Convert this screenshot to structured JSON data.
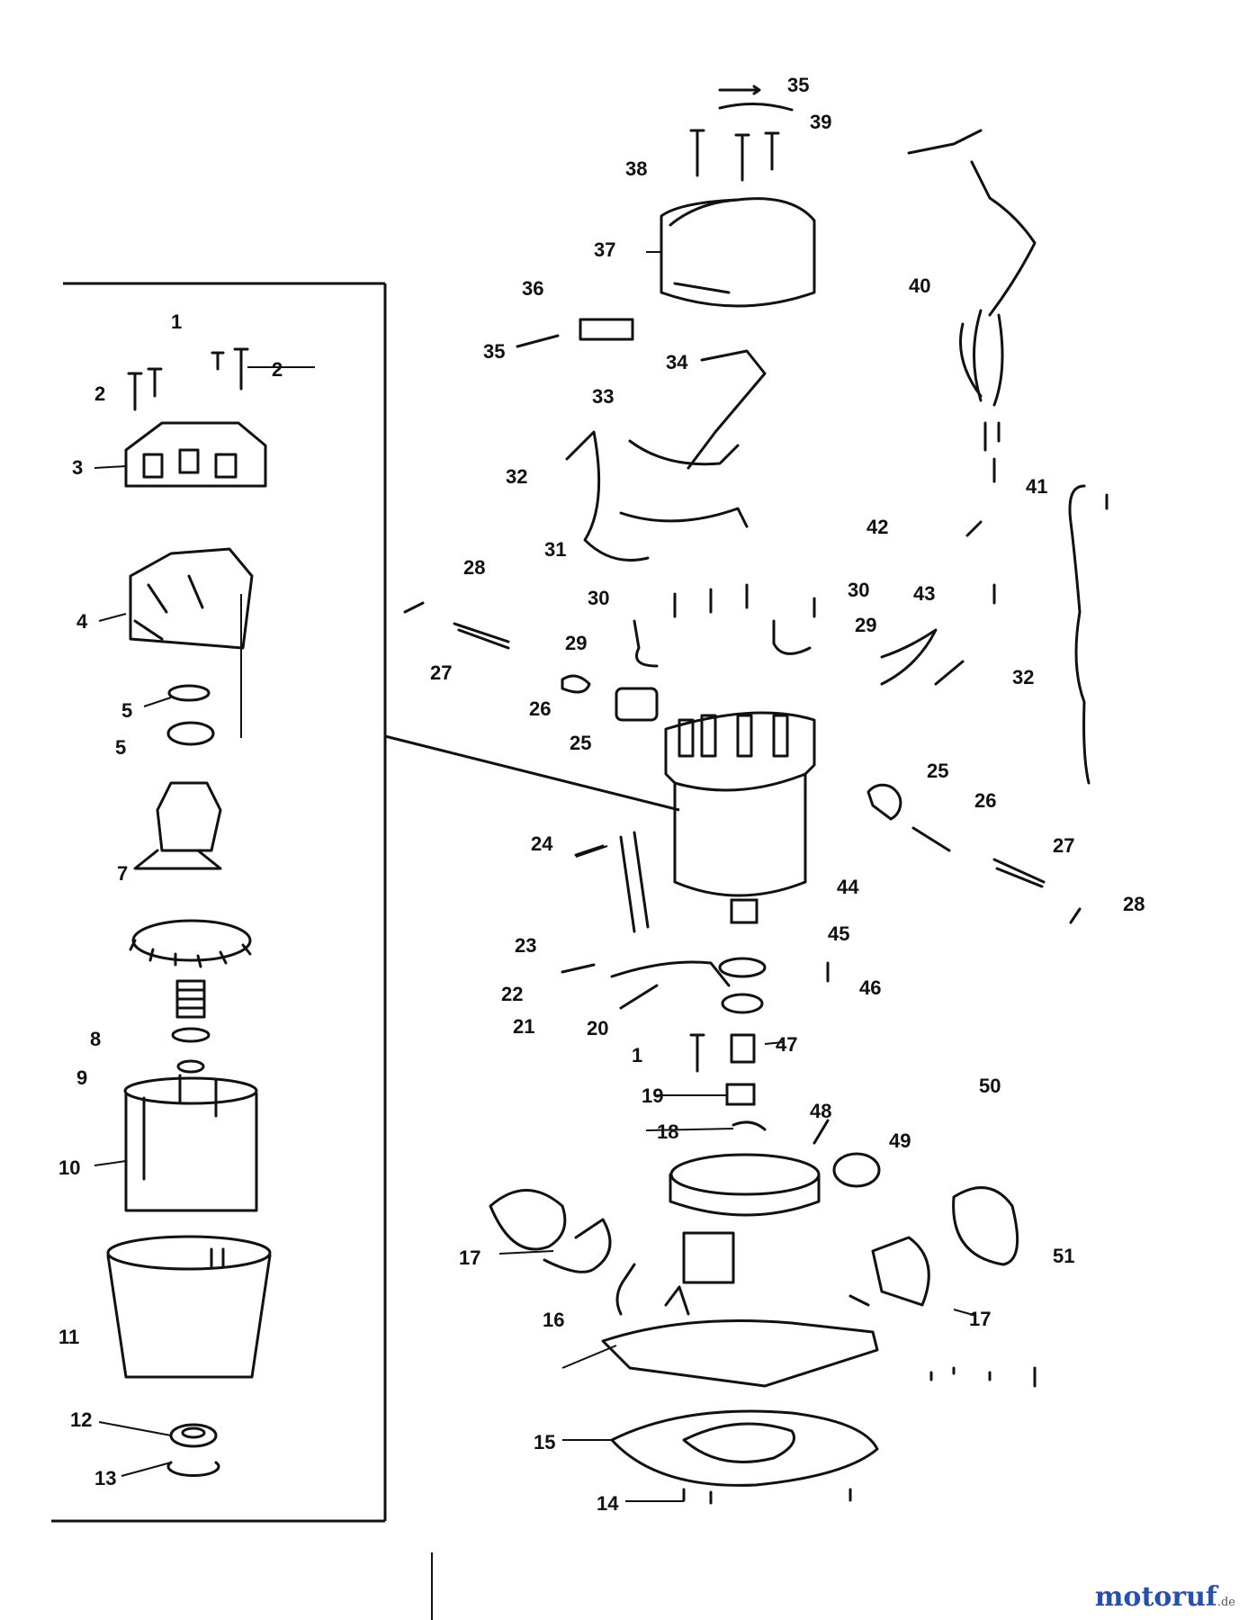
{
  "labels": {
    "l_35_top": "35",
    "l_39": "39",
    "l_38": "38",
    "l_37": "37",
    "l_36": "36",
    "l_35_mid": "35",
    "l_34": "34",
    "l_33": "33",
    "l_32_left": "32",
    "l_31": "31",
    "l_40": "40",
    "l_41": "41",
    "l_42": "42",
    "l_43": "43",
    "l_32_right": "32",
    "l_28_left": "28",
    "l_27_left": "27",
    "l_30_left": "30",
    "l_29_left": "29",
    "l_30_right": "30",
    "l_29_right": "29",
    "l_26_left": "26",
    "l_25_left": "25",
    "l_25_right": "25",
    "l_26_right": "26",
    "l_27_right": "27",
    "l_28_right": "28",
    "l_44": "44",
    "l_45": "45",
    "l_46": "46",
    "l_24": "24",
    "l_23": "23",
    "l_22": "22",
    "l_21": "21",
    "l_20": "20",
    "l_1_mid": "1",
    "l_47": "47",
    "l_50": "50",
    "l_19": "19",
    "l_18": "18",
    "l_48": "48",
    "l_49": "49",
    "l_17_left": "17",
    "l_51": "51",
    "l_16": "16",
    "l_17_right": "17",
    "l_15": "15",
    "l_14": "14",
    "i_1": "1",
    "i_2_left": "2",
    "i_2_right": "2",
    "i_3": "3",
    "i_4": "4",
    "i_5a": "5",
    "i_5b": "5",
    "i_7": "7",
    "i_8": "8",
    "i_9": "9",
    "i_10": "10",
    "i_11": "11",
    "i_12": "12",
    "i_13": "13"
  },
  "watermark": {
    "brand": "motoruf",
    "tld": ".de"
  },
  "colors": {
    "ink": "#111111",
    "background": "#ffffff",
    "brand_blue": "#2a4fa8",
    "brand_orange": "#e8891c"
  }
}
